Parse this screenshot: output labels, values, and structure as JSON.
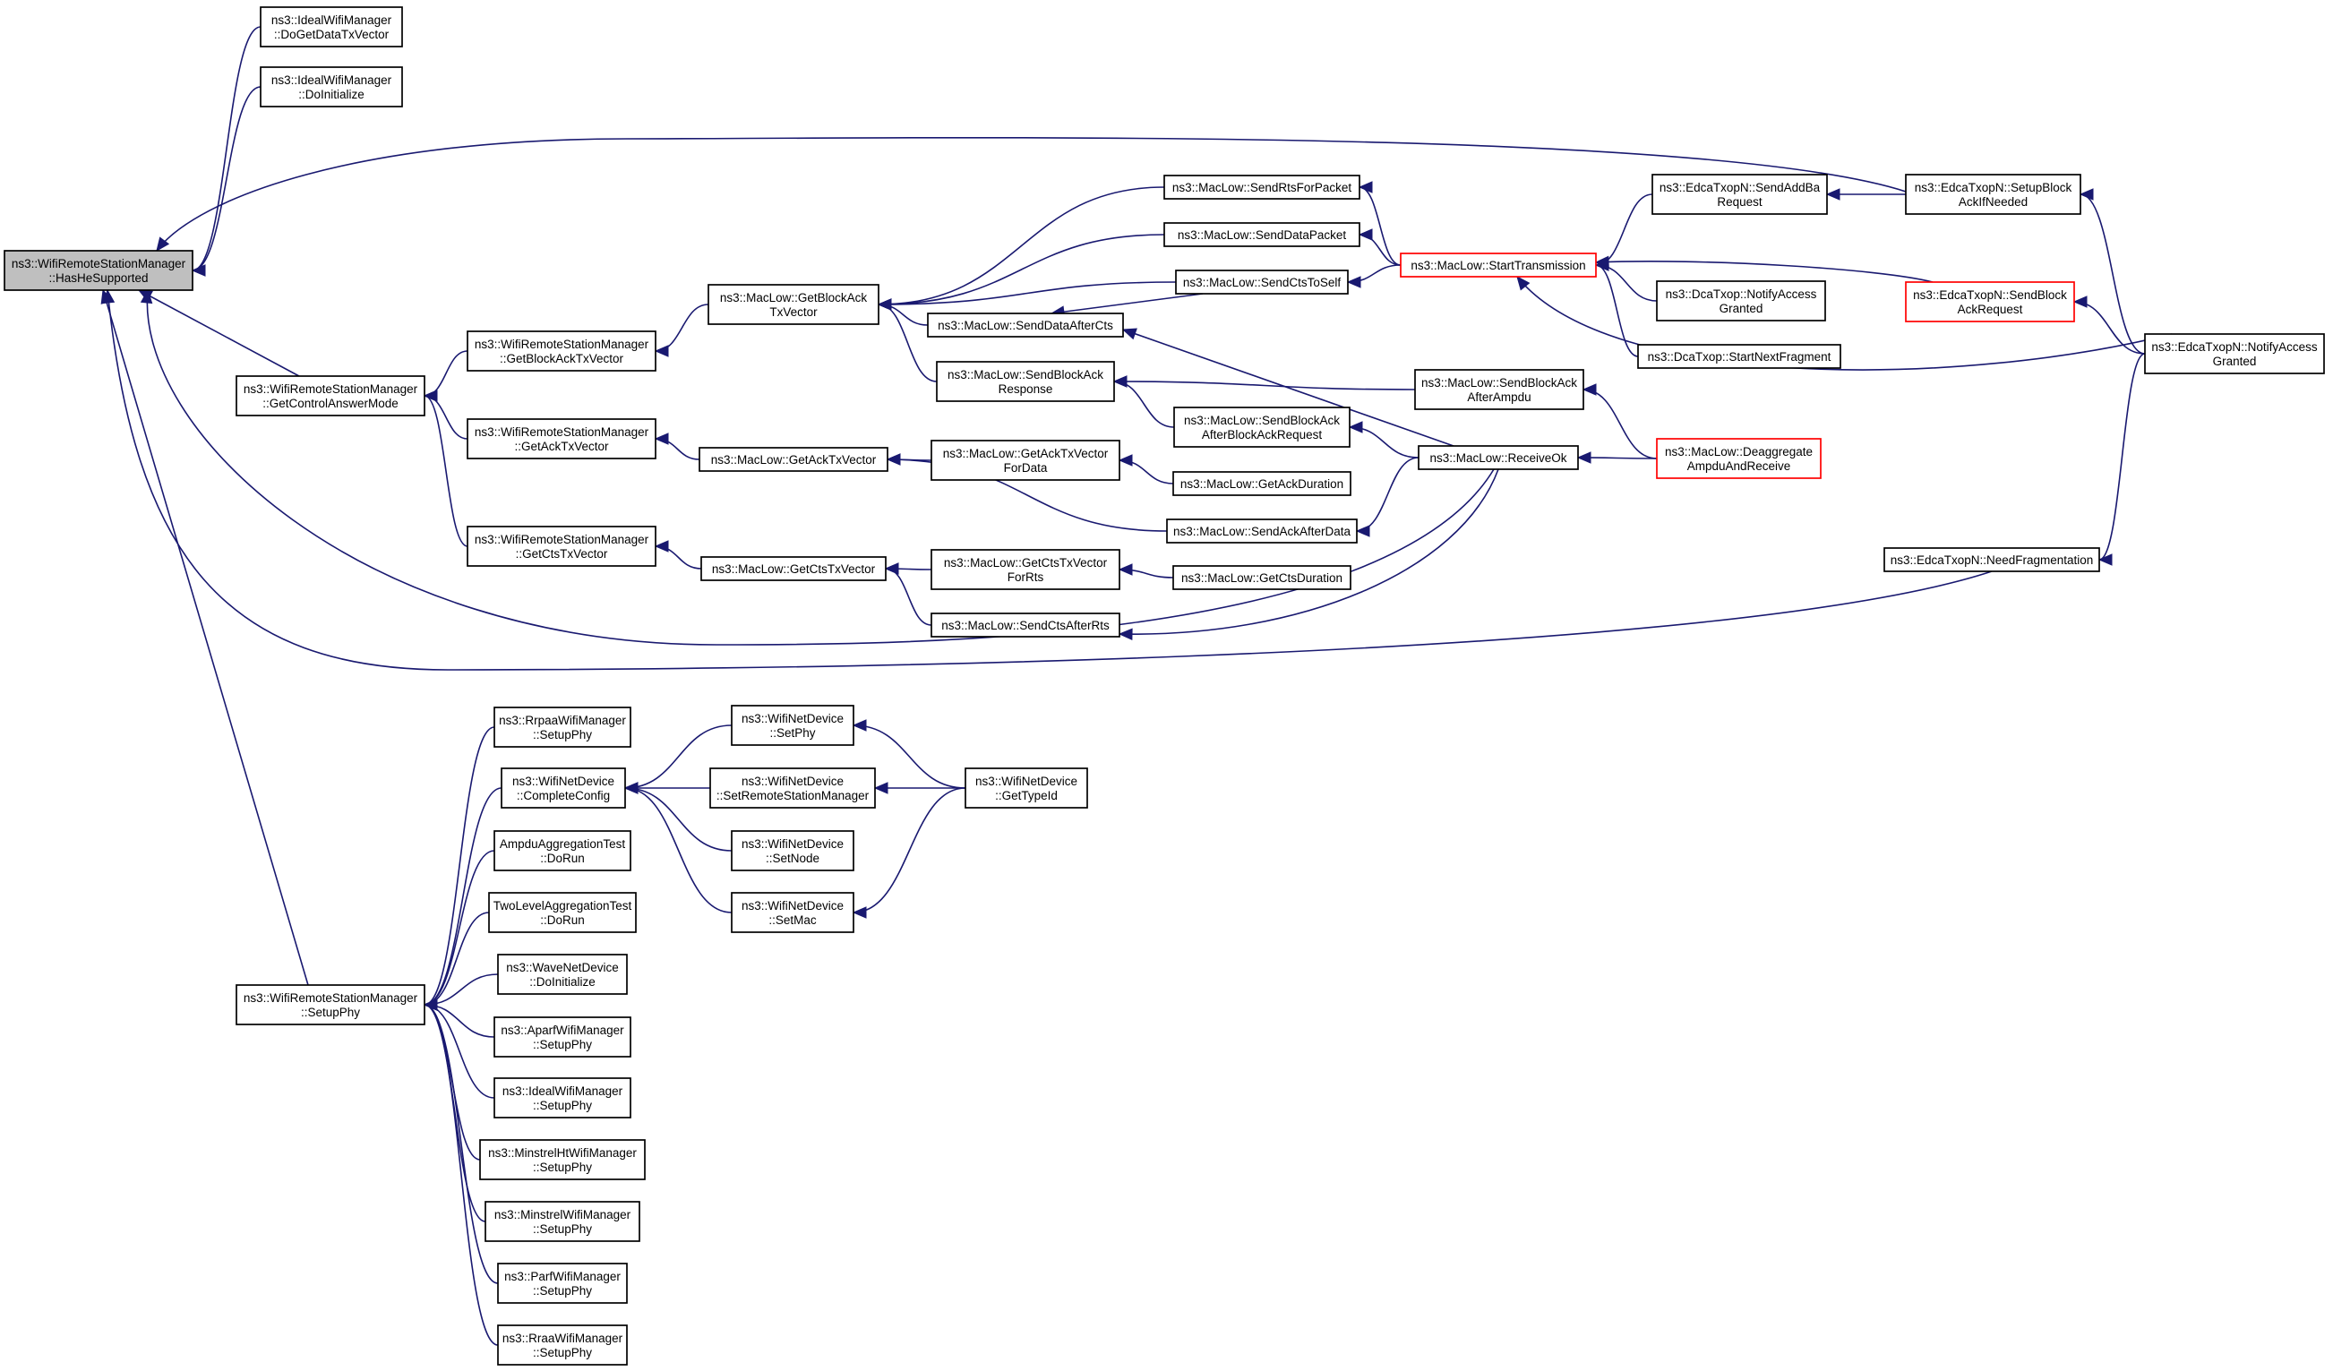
{
  "nodes": [
    {
      "id": "root",
      "lines": [
        "ns3::WifiRemoteStationManager",
        "::HasHeSupported"
      ]
    },
    {
      "id": "ideal_dogetdata",
      "lines": [
        "ns3::IdealWifiManager",
        "::DoGetDataTxVector"
      ]
    },
    {
      "id": "ideal_doinit",
      "lines": [
        "ns3::IdealWifiManager",
        "::DoInitialize"
      ]
    },
    {
      "id": "getctrlanswer",
      "lines": [
        "ns3::WifiRemoteStationManager",
        "::GetControlAnswerMode"
      ]
    },
    {
      "id": "wrsm_setupphy",
      "lines": [
        "ns3::WifiRemoteStationManager",
        "::SetupPhy"
      ]
    },
    {
      "id": "getblockacktx",
      "lines": [
        "ns3::WifiRemoteStationManager",
        "::GetBlockAckTxVector"
      ]
    },
    {
      "id": "getacktx",
      "lines": [
        "ns3::WifiRemoteStationManager",
        "::GetAckTxVector"
      ]
    },
    {
      "id": "getctstx",
      "lines": [
        "ns3::WifiRemoteStationManager",
        "::GetCtsTxVector"
      ]
    },
    {
      "id": "ml_getblockack",
      "lines": [
        "ns3::MacLow::GetBlockAck",
        "TxVector"
      ]
    },
    {
      "id": "ml_getacktx",
      "lines": [
        "ns3::MacLow::GetAckTxVector"
      ]
    },
    {
      "id": "ml_getctstx",
      "lines": [
        "ns3::MacLow::GetCtsTxVector"
      ]
    },
    {
      "id": "ml_sendrts",
      "lines": [
        "ns3::MacLow::SendRtsForPacket"
      ]
    },
    {
      "id": "ml_senddata",
      "lines": [
        "ns3::MacLow::SendDataPacket"
      ]
    },
    {
      "id": "ml_sendctstoself",
      "lines": [
        "ns3::MacLow::SendCtsToSelf"
      ]
    },
    {
      "id": "ml_senddataaftercts",
      "lines": [
        "ns3::MacLow::SendDataAfterCts"
      ]
    },
    {
      "id": "ml_sendblockackresp",
      "lines": [
        "ns3::MacLow::SendBlockAck",
        "Response"
      ]
    },
    {
      "id": "ml_sendblockackafterreq",
      "lines": [
        "ns3::MacLow::SendBlockAck",
        "AfterBlockAckRequest"
      ]
    },
    {
      "id": "ml_getacktxfordata",
      "lines": [
        "ns3::MacLow::GetAckTxVector",
        "ForData"
      ]
    },
    {
      "id": "ml_getackduration",
      "lines": [
        "ns3::MacLow::GetAckDuration"
      ]
    },
    {
      "id": "ml_sendackafterdata",
      "lines": [
        "ns3::MacLow::SendAckAfterData"
      ]
    },
    {
      "id": "ml_getctstxforrts",
      "lines": [
        "ns3::MacLow::GetCtsTxVector",
        "ForRts"
      ]
    },
    {
      "id": "ml_getctsduration",
      "lines": [
        "ns3::MacLow::GetCtsDuration"
      ]
    },
    {
      "id": "ml_sendctsafterrts",
      "lines": [
        "ns3::MacLow::SendCtsAfterRts"
      ]
    },
    {
      "id": "ml_starttx",
      "lines": [
        "ns3::MacLow::StartTransmission"
      ]
    },
    {
      "id": "ml_sendblockackafterampdu",
      "lines": [
        "ns3::MacLow::SendBlockAck",
        "AfterAmpdu"
      ]
    },
    {
      "id": "ml_receiveok",
      "lines": [
        "ns3::MacLow::ReceiveOk"
      ]
    },
    {
      "id": "ml_deaggregate",
      "lines": [
        "ns3::MacLow::Deaggregate",
        "AmpduAndReceive"
      ]
    },
    {
      "id": "edca_sendaddba",
      "lines": [
        "ns3::EdcaTxopN::SendAddBa",
        "Request"
      ]
    },
    {
      "id": "dca_notifyaccess",
      "lines": [
        "ns3::DcaTxop::NotifyAccess",
        "Granted"
      ]
    },
    {
      "id": "dca_startnextfrag",
      "lines": [
        "ns3::DcaTxop::StartNextFragment"
      ]
    },
    {
      "id": "edca_setupblockack",
      "lines": [
        "ns3::EdcaTxopN::SetupBlock",
        "AckIfNeeded"
      ]
    },
    {
      "id": "edca_sendblockackreq",
      "lines": [
        "ns3::EdcaTxopN::SendBlock",
        "AckRequest"
      ]
    },
    {
      "id": "edca_notifyaccess",
      "lines": [
        "ns3::EdcaTxopN::NotifyAccess",
        "Granted"
      ]
    },
    {
      "id": "edca_needfrag",
      "lines": [
        "ns3::EdcaTxopN::NeedFragmentation"
      ]
    },
    {
      "id": "rrpaa_setupphy",
      "lines": [
        "ns3::RrpaaWifiManager",
        "::SetupPhy"
      ]
    },
    {
      "id": "wnd_completeconfig",
      "lines": [
        "ns3::WifiNetDevice",
        "::CompleteConfig"
      ]
    },
    {
      "id": "ampdu_dorun",
      "lines": [
        "AmpduAggregationTest",
        "::DoRun"
      ]
    },
    {
      "id": "twolevel_dorun",
      "lines": [
        "TwoLevelAggregationTest",
        "::DoRun"
      ]
    },
    {
      "id": "wave_doinit",
      "lines": [
        "ns3::WaveNetDevice",
        "::DoInitialize"
      ]
    },
    {
      "id": "aparf_setupphy",
      "lines": [
        "ns3::AparfWifiManager",
        "::SetupPhy"
      ]
    },
    {
      "id": "ideal_setupphy",
      "lines": [
        "ns3::IdealWifiManager",
        "::SetupPhy"
      ]
    },
    {
      "id": "minstrelht_setupphy",
      "lines": [
        "ns3::MinstrelHtWifiManager",
        "::SetupPhy"
      ]
    },
    {
      "id": "minstrel_setupphy",
      "lines": [
        "ns3::MinstrelWifiManager",
        "::SetupPhy"
      ]
    },
    {
      "id": "parf_setupphy",
      "lines": [
        "ns3::ParfWifiManager",
        "::SetupPhy"
      ]
    },
    {
      "id": "rraa_setupphy",
      "lines": [
        "ns3::RraaWifiManager",
        "::SetupPhy"
      ]
    },
    {
      "id": "wnd_setphy",
      "lines": [
        "ns3::WifiNetDevice",
        "::SetPhy"
      ]
    },
    {
      "id": "wnd_setrsm",
      "lines": [
        "ns3::WifiNetDevice",
        "::SetRemoteStationManager"
      ]
    },
    {
      "id": "wnd_setnode",
      "lines": [
        "ns3::WifiNetDevice",
        "::SetNode"
      ]
    },
    {
      "id": "wnd_setmac",
      "lines": [
        "ns3::WifiNetDevice",
        "::SetMac"
      ]
    },
    {
      "id": "wnd_gettypeid",
      "lines": [
        "ns3::WifiNetDevice",
        "::GetTypeId"
      ]
    }
  ],
  "edges": [
    {
      "from": "ideal_dogetdata",
      "to": "root"
    },
    {
      "from": "ideal_doinit",
      "to": "root"
    },
    {
      "from": "edca_setupblockack",
      "to": "root"
    },
    {
      "from": "getctrlanswer",
      "to": "root"
    },
    {
      "from": "edca_needfrag",
      "to": "root"
    },
    {
      "from": "ml_receiveok",
      "to": "root"
    },
    {
      "from": "wrsm_setupphy",
      "to": "root"
    },
    {
      "from": "getblockacktx",
      "to": "getctrlanswer"
    },
    {
      "from": "getacktx",
      "to": "getctrlanswer"
    },
    {
      "from": "getctstx",
      "to": "getctrlanswer"
    },
    {
      "from": "ml_getblockack",
      "to": "getblockacktx"
    },
    {
      "from": "ml_getacktx",
      "to": "getacktx"
    },
    {
      "from": "ml_getctstx",
      "to": "getctstx"
    },
    {
      "from": "ml_sendrts",
      "to": "ml_getblockack"
    },
    {
      "from": "ml_senddata",
      "to": "ml_getblockack"
    },
    {
      "from": "ml_sendctstoself",
      "to": "ml_getblockack"
    },
    {
      "from": "ml_senddataaftercts",
      "to": "ml_getblockack"
    },
    {
      "from": "ml_sendblockackresp",
      "to": "ml_getblockack"
    },
    {
      "from": "ml_getacktxfordata",
      "to": "ml_getacktx"
    },
    {
      "from": "ml_sendackafterdata",
      "to": "ml_getacktx"
    },
    {
      "from": "ml_getctstxforrts",
      "to": "ml_getctstx"
    },
    {
      "from": "ml_sendctsafterrts",
      "to": "ml_getctstx"
    },
    {
      "from": "ml_getackduration",
      "to": "ml_getacktxfordata"
    },
    {
      "from": "ml_getctsduration",
      "to": "ml_getctstxforrts"
    },
    {
      "from": "ml_starttx",
      "to": "ml_sendrts"
    },
    {
      "from": "ml_starttx",
      "to": "ml_senddata"
    },
    {
      "from": "ml_starttx",
      "to": "ml_sendctstoself"
    },
    {
      "from": "ml_sendctstoself",
      "to": "ml_senddataaftercts"
    },
    {
      "from": "ml_receiveok",
      "to": "ml_senddataaftercts"
    },
    {
      "from": "ml_sendblockackafterampdu",
      "to": "ml_sendblockackresp"
    },
    {
      "from": "ml_sendblockackafterreq",
      "to": "ml_sendblockackresp"
    },
    {
      "from": "ml_receiveok",
      "to": "ml_sendblockackafterreq"
    },
    {
      "from": "ml_receiveok",
      "to": "ml_sendackafterdata"
    },
    {
      "from": "ml_receiveok",
      "to": "ml_sendctsafterrts"
    },
    {
      "from": "ml_deaggregate",
      "to": "ml_sendblockackafterampdu"
    },
    {
      "from": "ml_deaggregate",
      "to": "ml_receiveok"
    },
    {
      "from": "edca_sendaddba",
      "to": "ml_starttx"
    },
    {
      "from": "dca_notifyaccess",
      "to": "ml_starttx"
    },
    {
      "from": "dca_startnextfrag",
      "to": "ml_starttx"
    },
    {
      "from": "edca_sendblockackreq",
      "to": "ml_starttx"
    },
    {
      "from": "edca_notifyaccess",
      "to": "ml_starttx"
    },
    {
      "from": "edca_setupblockack",
      "to": "edca_sendaddba"
    },
    {
      "from": "edca_notifyaccess",
      "to": "edca_setupblockack"
    },
    {
      "from": "edca_notifyaccess",
      "to": "edca_sendblockackreq"
    },
    {
      "from": "edca_notifyaccess",
      "to": "edca_needfrag"
    },
    {
      "from": "rrpaa_setupphy",
      "to": "wrsm_setupphy"
    },
    {
      "from": "wnd_completeconfig",
      "to": "wrsm_setupphy"
    },
    {
      "from": "ampdu_dorun",
      "to": "wrsm_setupphy"
    },
    {
      "from": "twolevel_dorun",
      "to": "wrsm_setupphy"
    },
    {
      "from": "wave_doinit",
      "to": "wrsm_setupphy"
    },
    {
      "from": "aparf_setupphy",
      "to": "wrsm_setupphy"
    },
    {
      "from": "ideal_setupphy",
      "to": "wrsm_setupphy"
    },
    {
      "from": "minstrelht_setupphy",
      "to": "wrsm_setupphy"
    },
    {
      "from": "minstrel_setupphy",
      "to": "wrsm_setupphy"
    },
    {
      "from": "parf_setupphy",
      "to": "wrsm_setupphy"
    },
    {
      "from": "rraa_setupphy",
      "to": "wrsm_setupphy"
    },
    {
      "from": "wnd_setphy",
      "to": "wnd_completeconfig"
    },
    {
      "from": "wnd_setrsm",
      "to": "wnd_completeconfig"
    },
    {
      "from": "wnd_setnode",
      "to": "wnd_completeconfig"
    },
    {
      "from": "wnd_setmac",
      "to": "wnd_completeconfig"
    },
    {
      "from": "wnd_gettypeid",
      "to": "wnd_setphy"
    },
    {
      "from": "wnd_gettypeid",
      "to": "wnd_setrsm"
    },
    {
      "from": "wnd_gettypeid",
      "to": "wnd_setmac"
    }
  ],
  "styles": {
    "edge_color": "#191970",
    "node_border": "#000000",
    "highlight_border": "#ff0000",
    "root_fill": "#bfbfbf",
    "red_nodes": [
      "ml_starttx",
      "ml_deaggregate",
      "edca_sendblockackreq"
    ]
  }
}
